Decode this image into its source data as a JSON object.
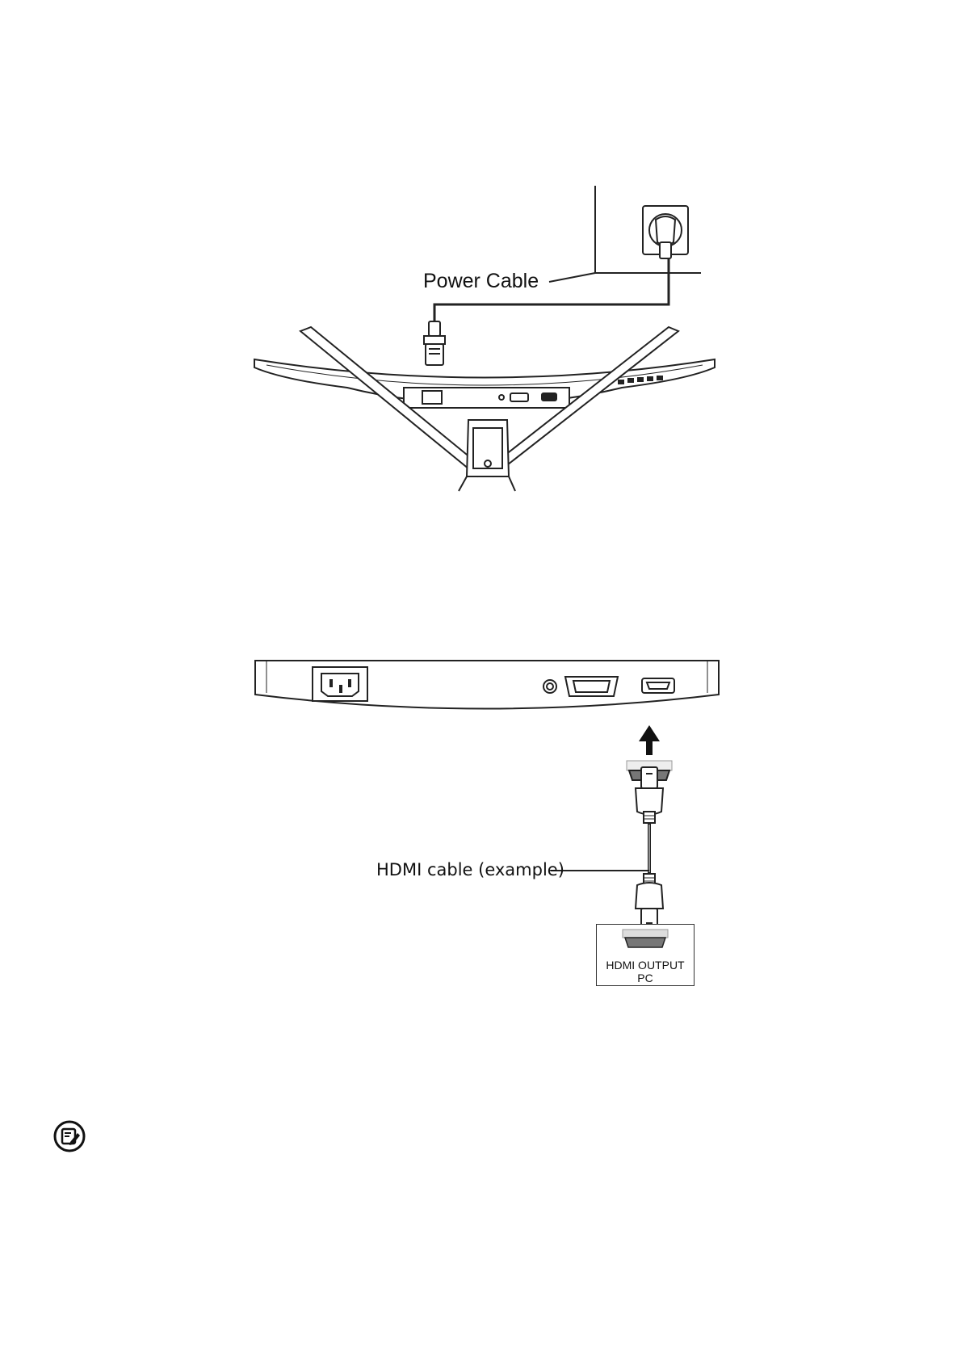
{
  "figure1": {
    "power_label": "Power Cable"
  },
  "figure2": {
    "cable_label": "HDMI cable (example)",
    "source_box": {
      "line1": "HDMI OUTPUT",
      "line2": "PC"
    }
  },
  "note": {
    "icon": "note-icon"
  }
}
